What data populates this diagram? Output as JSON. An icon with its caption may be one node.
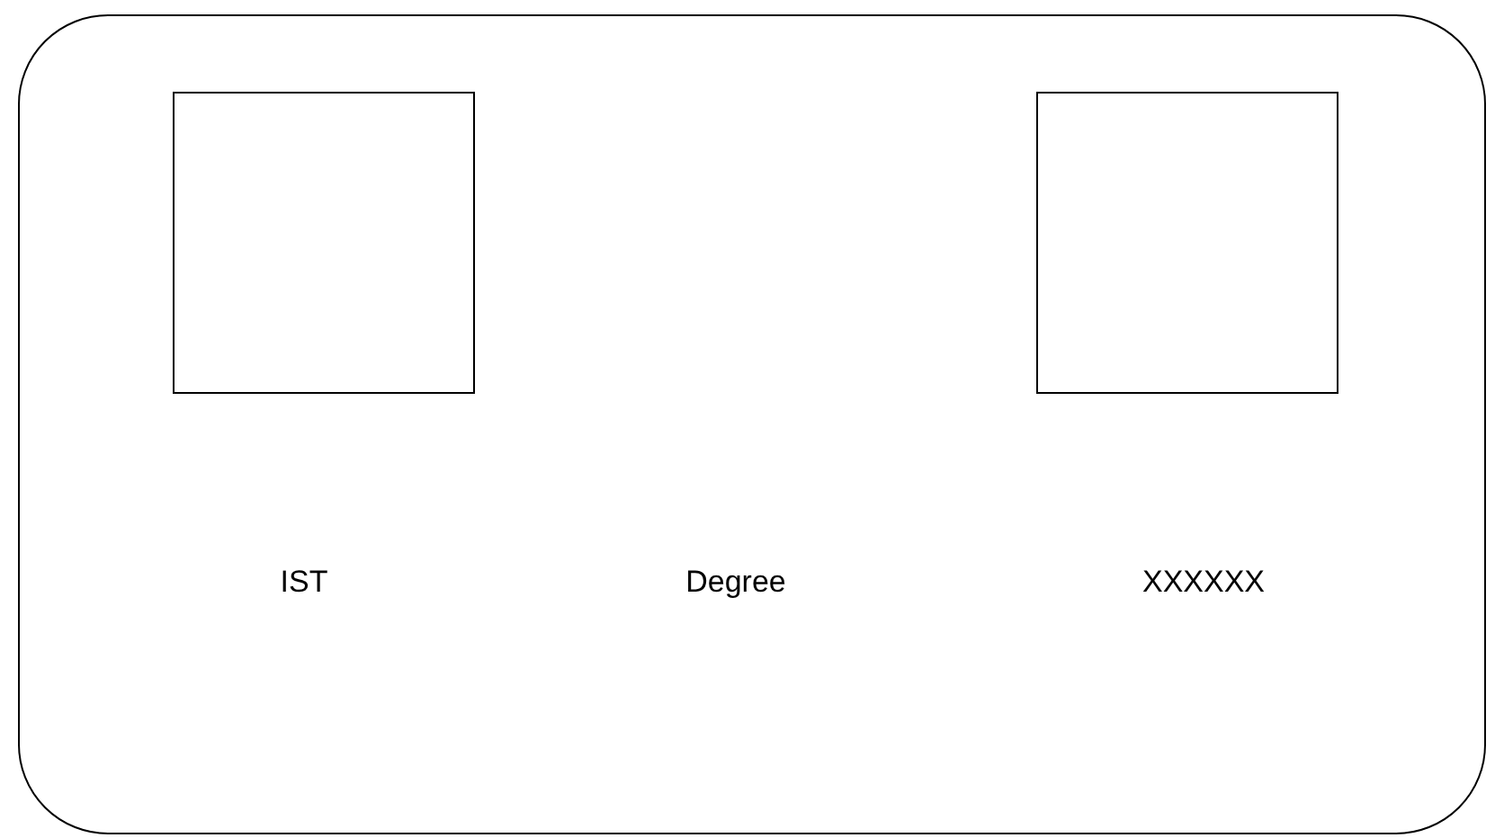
{
  "diagram": {
    "nodes": [
      {
        "text": [],
        "shape": "box"
      },
      {
        "text": [],
        "shape": "box",
        "in": 0
      },
      {
        "text": [],
        "shape": "box",
        "in": 0
      }
    ],
    "labels": [
      "IST",
      "Degree",
      "XXXXXX"
    ]
  }
}
